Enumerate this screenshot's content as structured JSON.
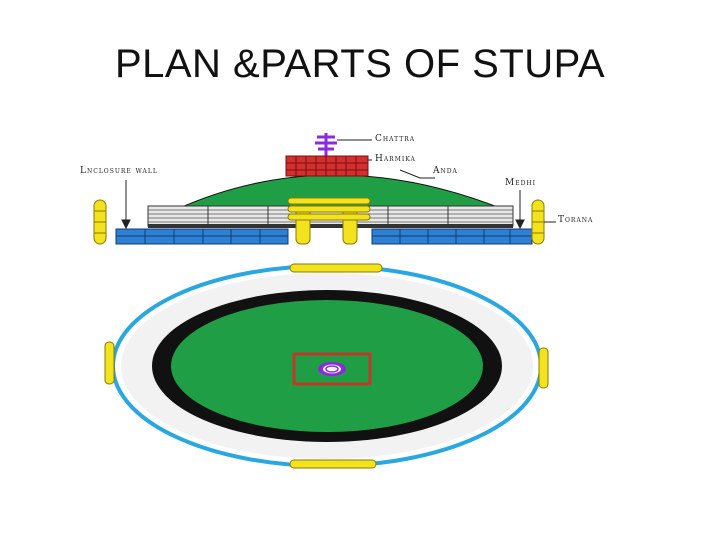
{
  "title": "PLAN &PARTS OF STUPA",
  "labels": {
    "chattra": "Chattra",
    "harmika": "Harmika",
    "anda": "Anda",
    "enclosure_wall": "Lnclosure wall",
    "medhi": "Medhi",
    "torana": "Torana"
  },
  "colors": {
    "dome": "#1f9e46",
    "harmika": "#d32f2f",
    "chattra": "#8a2be2",
    "torana": "#f3e31f",
    "base": "#2f7fd3",
    "railing": "#e8e8e8",
    "plan_outer_ring": "#2aa7e0",
    "plan_path": "#f2f2f2",
    "plan_dark_ring": "#111111",
    "plan_harmika": "#c0392b"
  }
}
